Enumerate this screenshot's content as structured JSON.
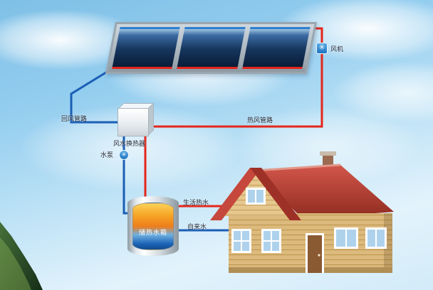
{
  "scene": {
    "fan": {
      "label": "风机",
      "glyph": "✳"
    },
    "water_pump": {
      "label": "水泵",
      "glyph": "✳"
    },
    "heat_exchanger": {
      "label": "风水换热器"
    },
    "storage_tank": {
      "label": "储热水箱"
    },
    "pipes": {
      "return_air": {
        "label": "回风管路"
      },
      "hot_air": {
        "label": "热风管路"
      },
      "domestic_hot_water": {
        "label": "生活热水"
      },
      "tap_water": {
        "label": "自来水"
      }
    },
    "colors": {
      "hot_pipe": "#e5261c",
      "cold_pipe": "#1b5eb5",
      "fan_icon_bg": "#2e8fd6",
      "collector_panel": "#12315e",
      "roof": "#b23a2c",
      "wall": "#dcb97c",
      "mountain_green": "#2f5526",
      "tank_label_color": "#ffffff"
    }
  }
}
